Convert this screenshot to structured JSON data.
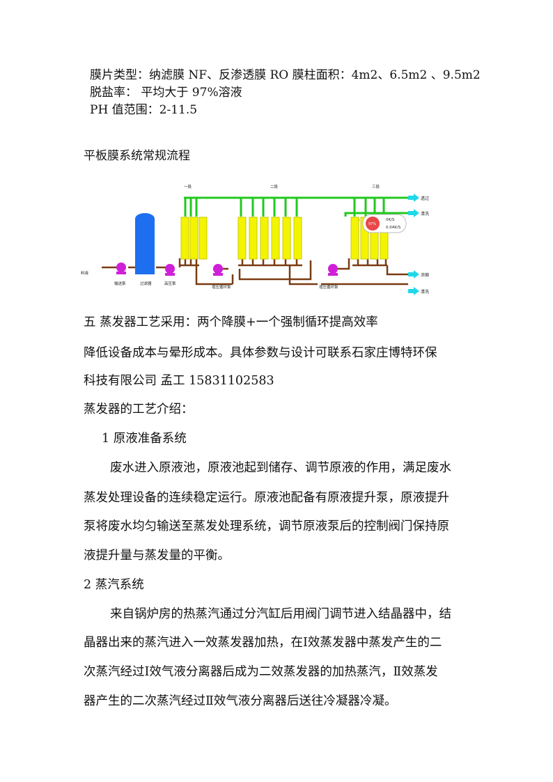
{
  "specs": {
    "membrane_type": "膜片类型：纳滤膜 NF、反渗透膜 RO 膜柱面积：4m2、6.5m2 、9.5m2",
    "salt_rejection": "脱盐率： 平均大于 97%溶液",
    "ph_range": "PH 值范围：2-11.5"
  },
  "flow_title": "平板膜系统常规流程",
  "diagram": {
    "colors": {
      "pipe_green": "#22c81e",
      "pipe_brown": "#7a3b12",
      "column_yellow": "#f4f400",
      "tank_blue": "#1d6ff0",
      "pump_magenta": "#d01fd8",
      "arrow_cyan": "#20d8e8"
    },
    "stage_labels": [
      "一段",
      "二段",
      "三段"
    ],
    "feed_label": "料液",
    "equipment_labels": [
      "输送泵",
      "过滤器",
      "高压泵",
      "增压循环泵",
      "增压循环泵"
    ],
    "outputs": [
      "透过出",
      "清洗出",
      "浓缩出",
      "清洗出"
    ],
    "gauge": {
      "value": "97%",
      "line1": "0K/S",
      "line2": "0.04K/S"
    }
  },
  "section5": {
    "heading": "五    蒸发器工艺采用：两个降膜+一个强制循环提高效率",
    "line2": "降低设备成本与晕形成本。具体参数与设计可联系石家庄博特环保",
    "line3": "科技有限公司    孟工    15831102583"
  },
  "intro_heading": "蒸发器的工艺介绍：",
  "sub1": {
    "heading": "1 原液准备系统",
    "lines": [
      "废水进入原液池，原液池起到储存、调节原液的作用，满足废水",
      "蒸发处理设备的连续稳定运行。原液池配备有原液提升泵，原液提升",
      "泵将废水均匀输送至蒸发处理系统，调节原液泵后的控制阀门保持原",
      "液提升量与蒸发量的平衡。"
    ]
  },
  "sub2": {
    "heading": "2  蒸汽系统",
    "lines": [
      "来自锅炉房的热蒸汽通过分汽缸后用阀门调节进入结晶器中，结",
      "晶器出来的蒸汽进入一效蒸发器加热，在Ⅰ效蒸发器中蒸发产生的二",
      "次蒸汽经过Ⅰ效气液分离器后成为二效蒸发器的加热蒸汽，Ⅱ效蒸发",
      "器产生的二次蒸汽经过Ⅱ效气液分离器后送往冷凝器冷凝。"
    ]
  }
}
